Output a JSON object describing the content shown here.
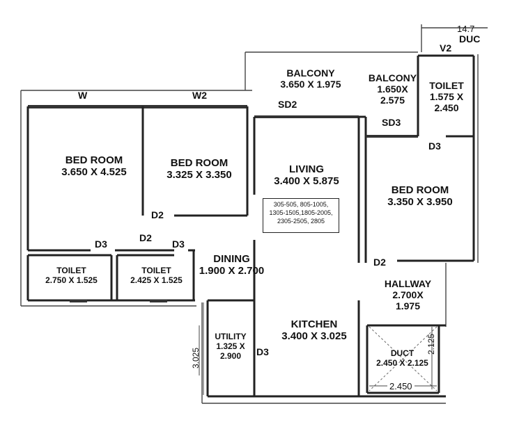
{
  "rooms": {
    "bed1": {
      "name": "BED ROOM",
      "size": "3.650 X 4.525"
    },
    "bed2": {
      "name": "BED ROOM",
      "size": "3.325 X 3.350"
    },
    "bed3": {
      "name": "BED ROOM",
      "size": "3.350 X 3.950"
    },
    "living": {
      "name": "LIVING",
      "size": "3.400 X 5.875"
    },
    "balcony1": {
      "name": "BALCONY",
      "size": "3.650 X 1.975"
    },
    "balcony2": {
      "name": "BALCONY",
      "size1": "1.650X",
      "size2": "2.575"
    },
    "toilet_top": {
      "name": "TOILET",
      "size1": "1.575 X",
      "size2": "2.450"
    },
    "toilet1": {
      "name": "TOILET",
      "size": "2.750 X 1.525"
    },
    "toilet2": {
      "name": "TOILET",
      "size": "2.425 X 1.525"
    },
    "dining": {
      "name": "DINING",
      "size": "1.900 X 2.700"
    },
    "kitchen": {
      "name": "KITCHEN",
      "size": "3.400 X 3.025"
    },
    "utility": {
      "name": "UTILITY",
      "size1": "1.325 X",
      "size2": "2.900"
    },
    "hallway": {
      "name": "HALLWAY",
      "size1": "2.700X",
      "size2": "1.975"
    },
    "duct": {
      "name": "DUCT",
      "size": "2.450 X 2.125"
    }
  },
  "tags": {
    "w": "W",
    "w2": "W2",
    "sd2": "SD2",
    "sd3": "SD3",
    "v2": "V2",
    "d3_top": "D3",
    "d2_bed1": "D2",
    "d2_mid": "D2",
    "d3_left": "D3",
    "d3_mid": "D3",
    "d2_bed3": "D2",
    "d3_util": "D3"
  },
  "dimensions": {
    "top_right": "14.7",
    "top_right_duct": "DUC",
    "left_3025": "3.025",
    "duct_width": "2.450",
    "duct_height": "2.125"
  },
  "unit_numbers": [
    "305-505, 805-1005,",
    "1305-1505,1805-2005,",
    "2305-2505, 2805"
  ]
}
